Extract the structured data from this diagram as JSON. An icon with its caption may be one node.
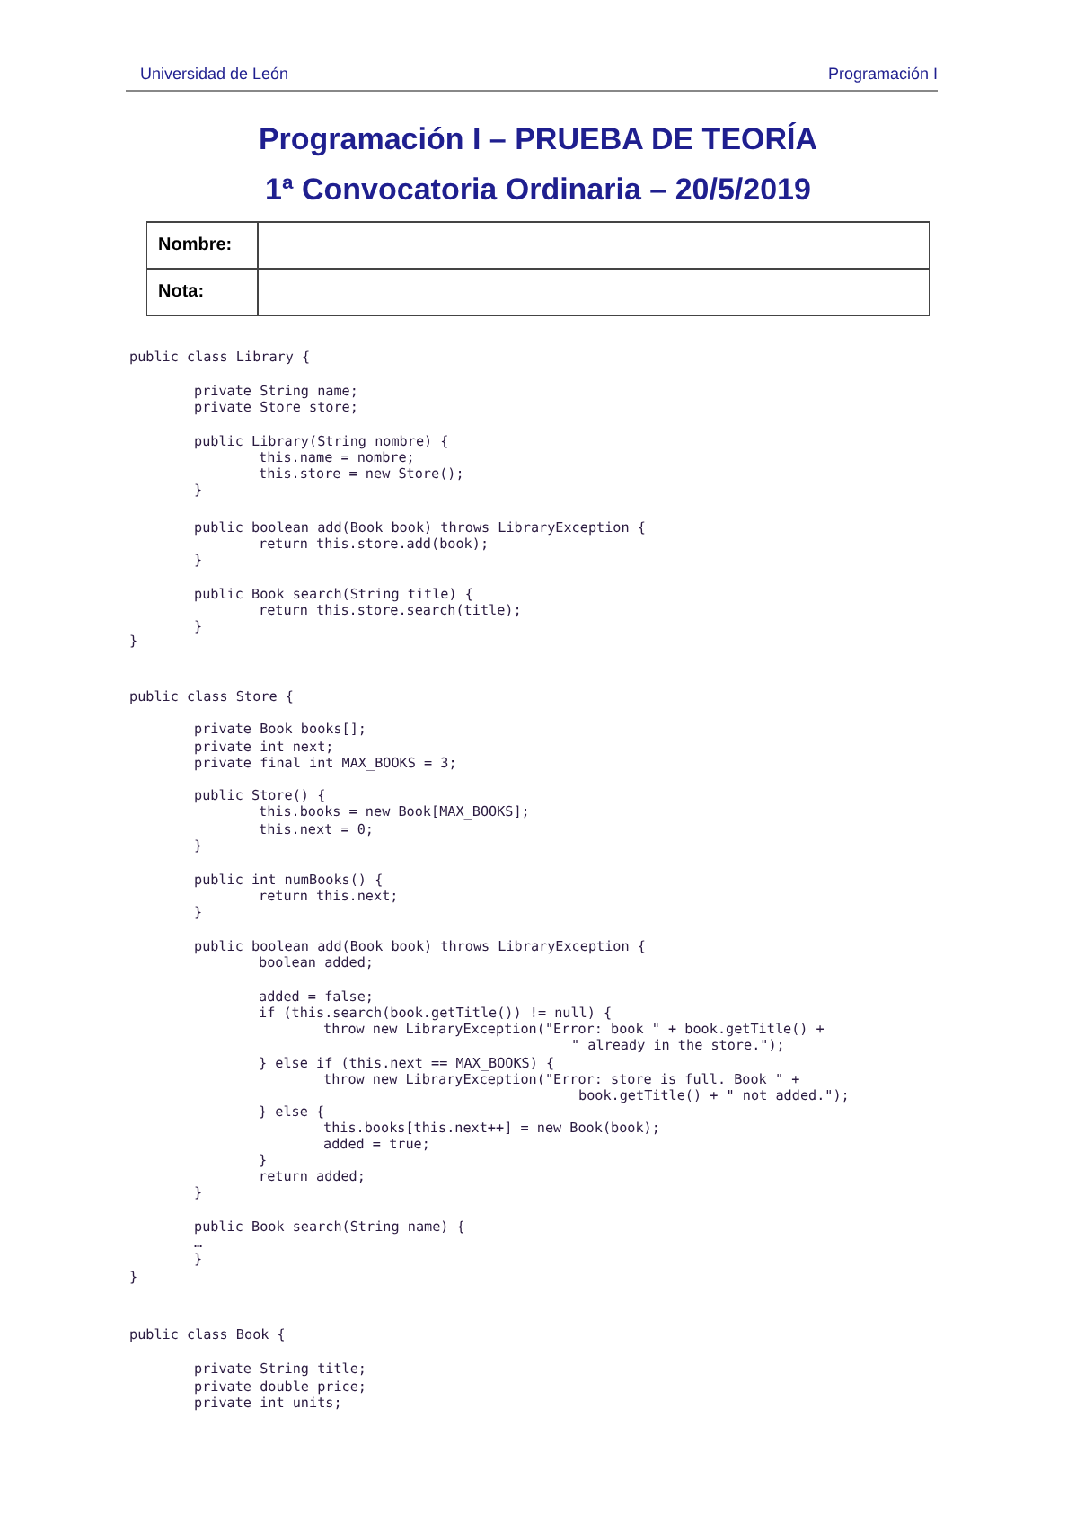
{
  "diagram": {
    "title": "Programación I – PRUEBA DE TEORÍA",
    "labels": [
      "Universidad de León",
      "Programación I",
      "1ª Convocatoria Ordinaria – 20/5/2019",
      "Nombre:",
      "Nota:",
      "public class Library {",
      "private String name;",
      "private Store store;",
      "public Library(String nombre) {",
      "this.name = nombre;",
      "this.store = new Store();",
      "}",
      "public boolean add(Book book) throws LibraryException {",
      "return this.store.add(book);",
      "}",
      "public Book search(String title) {",
      "return this.store.search(title);",
      "}",
      "}",
      "public class Store {",
      "private Book books[];",
      "private int next;",
      "private final int MAX_BOOKS = 3;",
      "public Store() {",
      "this.books = new Book[MAX_BOOKS];",
      "this.next = 0;",
      "}",
      "public int numBooks() {",
      "return this.next;",
      "}",
      "public boolean add(Book book) throws LibraryException {",
      "boolean added;",
      "added = false;",
      "if (this.search(book.getTitle()) != null) {",
      "throw new LibraryException(\"Error: book \" + book.getTitle() +",
      "\" already in the store.\");",
      "} else if (this.next == MAX_BOOKS) {",
      "throw new LibraryException(\"Error: store is full. Book \" +",
      "book.getTitle() + \" not added.\");",
      "} else {",
      "this.books[this.next++] = new Book(book);",
      "added = true;",
      "}",
      "return added;",
      "}",
      "public Book search(String name) {",
      "…",
      "}",
      "}",
      "public class Book {",
      "private String title;",
      "private double price;",
      "private int units;"
    ]
  }
}
